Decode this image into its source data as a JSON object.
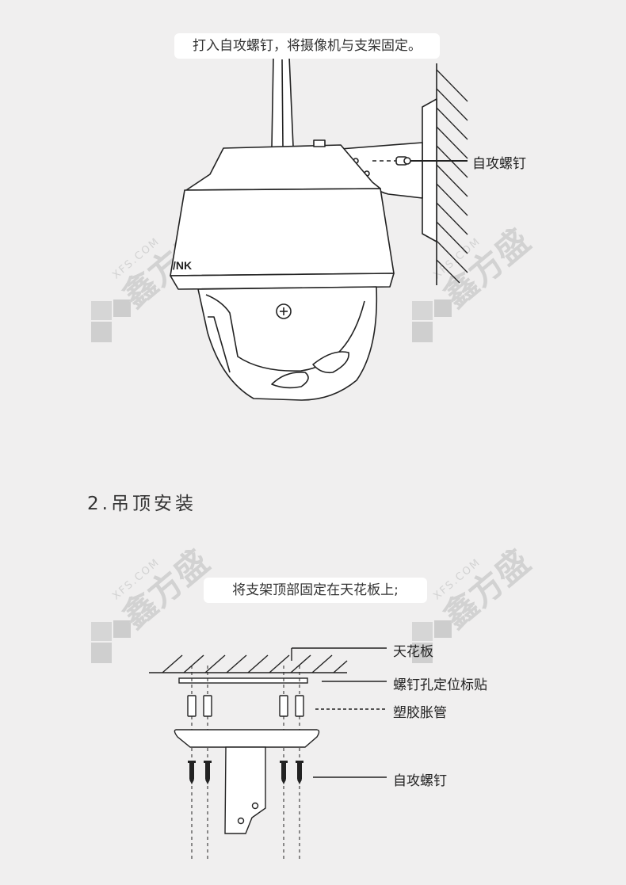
{
  "top_instruction": "打入自攻螺钉，将摄像机与支架固定。",
  "top_callout_screw": "自攻螺钉",
  "camera_brand_mark": "/NK",
  "section_title": "2.吊顶安装",
  "mid_instruction": "将支架顶部固定在天花板上;",
  "labels": {
    "ceiling": "天花板",
    "sticker": "螺钉孔定位标贴",
    "anchor": "塑胶胀管",
    "screw": "自攻螺钉"
  },
  "watermark_text": "XFS.COM",
  "watermark_brand": "鑫方盛",
  "colors": {
    "background": "#f0efef",
    "line": "#222222",
    "watermark": "#cfcfcf"
  }
}
